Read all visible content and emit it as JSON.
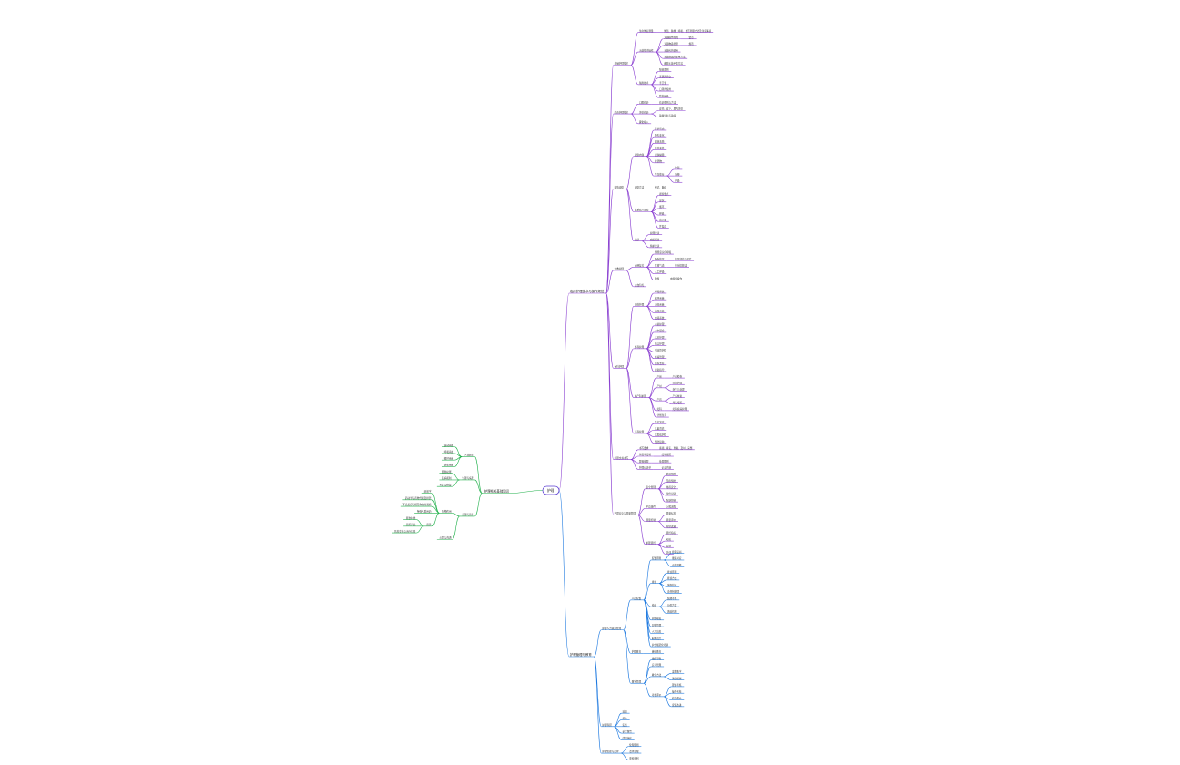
{
  "root": {
    "label": "护理"
  },
  "colors": {
    "purple": "#8a3fd1",
    "green": "#22b14c",
    "blue": "#1f7ae0",
    "root_stroke": "#5b3fd1"
  },
  "branches": [
    {
      "id": "A",
      "label": "临床护理技术与操作规范",
      "color": "purple",
      "children": [
        {
          "label": "基础护理技术",
          "children": [
            {
              "label": "生命体征测量",
              "children": [
                {
                  "label": "体温、脉搏、呼吸、血压测量方法及注意事项"
                }
              ]
            },
            {
              "label": "无菌技术操作",
              "children": [
                {
                  "label": "无菌操作原则",
                  "children": [
                    {
                      "label": "要点"
                    }
                  ]
                },
                {
                  "label": "无菌物品管理",
                  "children": [
                    {
                      "label": "规范"
                    }
                  ]
                },
                {
                  "label": "无菌包的使用"
                },
                {
                  "label": "无菌容器的使用方法"
                },
                {
                  "label": "戴脱无菌手套方法"
                }
              ]
            },
            {
              "label": "隔离技术",
              "children": [
                {
                  "label": "隔离原则"
                },
                {
                  "label": "穿脱隔离衣"
                },
                {
                  "label": "手卫生"
                },
                {
                  "label": "口罩的使用"
                },
                {
                  "label": "防护用品"
                }
              ]
            }
          ]
        },
        {
          "label": "给药护理技术",
          "children": [
            {
              "label": "口服给药",
              "children": [
                {
                  "label": "给药原则与方法"
                }
              ]
            },
            {
              "label": "注射给药",
              "children": [
                {
                  "label": "皮内、皮下、肌内注射"
                },
                {
                  "label": "静脉注射与输液"
                }
              ]
            },
            {
              "label": "雾化吸入"
            }
          ]
        },
        {
          "label": "病情观察",
          "children": [
            {
              "label": "观察内容",
              "children": [
                {
                  "label": "意识状态"
                },
                {
                  "label": "瞳孔变化"
                },
                {
                  "label": "面容表情"
                },
                {
                  "label": "体位姿势"
                },
                {
                  "label": "皮肤黏膜"
                },
                {
                  "label": "排泄物"
                },
                {
                  "label": "生命体征",
                  "children": [
                    {
                      "label": "体温"
                    },
                    {
                      "label": "脉搏"
                    },
                    {
                      "label": "呼吸"
                    }
                  ]
                }
              ]
            },
            {
              "label": "观察方法",
              "children": [
                {
                  "label": "视诊、触诊"
                }
              ]
            },
            {
              "label": "危重病人观察",
              "children": [
                {
                  "label": "观察要点"
                },
                {
                  "label": "意识"
                },
                {
                  "label": "循环"
                },
                {
                  "label": "呼吸"
                },
                {
                  "label": "出入量"
                },
                {
                  "label": "并发症"
                }
              ]
            },
            {
              "label": "记录",
              "children": [
                {
                  "label": "护理记录"
                },
                {
                  "label": "交班报告"
                },
                {
                  "label": "特护记录"
                }
              ]
            }
          ]
        },
        {
          "label": "急救护理",
          "children": [
            {
              "label": "心肺复苏",
              "children": [
                {
                  "label": "判断意识与呼吸"
                },
                {
                  "label": "胸外按压",
                  "children": [
                    {
                      "label": "按压部位与深度"
                    }
                  ]
                },
                {
                  "label": "开放气道",
                  "children": [
                    {
                      "label": "仰头提颏法"
                    }
                  ]
                },
                {
                  "label": "人工呼吸"
                },
                {
                  "label": "除颤",
                  "children": [
                    {
                      "label": "电除颤操作"
                    }
                  ]
                }
              ]
            },
            {
              "label": "止血包扎"
            }
          ]
        },
        {
          "label": "专科护理",
          "children": [
            {
              "label": "内科护理",
              "children": [
                {
                  "label": "呼吸系统"
                },
                {
                  "label": "循环系统"
                },
                {
                  "label": "消化系统"
                },
                {
                  "label": "泌尿系统"
                },
                {
                  "label": "血液系统"
                }
              ]
            },
            {
              "label": "外科护理",
              "children": [
                {
                  "label": "术前护理"
                },
                {
                  "label": "术中配合"
                },
                {
                  "label": "术后护理"
                },
                {
                  "label": "伤口护理"
                },
                {
                  "label": "引流管护理"
                },
                {
                  "label": "疼痛管理"
                },
                {
                  "label": "营养支持"
                },
                {
                  "label": "康复指导"
                }
              ]
            },
            {
              "label": "妇产科护理",
              "children": [
                {
                  "label": "产前",
                  "children": [
                    {
                      "label": "产前检查"
                    }
                  ]
                },
                {
                  "label": "产时",
                  "children": [
                    {
                      "label": "分娩护理"
                    },
                    {
                      "label": "新生儿处理"
                    }
                  ]
                },
                {
                  "label": "产后",
                  "children": [
                    {
                      "label": "产后恢复"
                    },
                    {
                      "label": "母乳喂养"
                    }
                  ]
                },
                {
                  "label": "妇科",
                  "children": [
                    {
                      "label": "妇科疾病护理"
                    }
                  ]
                },
                {
                  "label": "计划生育"
                }
              ]
            },
            {
              "label": "儿科护理",
              "children": [
                {
                  "label": "生长发育"
                },
                {
                  "label": "儿童营养"
                },
                {
                  "label": "常见病护理"
                },
                {
                  "label": "预防接种"
                }
              ]
            }
          ]
        },
        {
          "label": "护理文书书写",
          "children": [
            {
              "label": "书写要求",
              "children": [
                {
                  "label": "客观、真实、准确、及时、完整"
                }
              ]
            },
            {
              "label": "体温单绘制",
              "children": [
                {
                  "label": "绘制规范"
                }
              ]
            },
            {
              "label": "医嘱处理",
              "children": [
                {
                  "label": "处理原则"
                }
              ]
            },
            {
              "label": "护理记录单",
              "children": [
                {
                  "label": "记录内容"
                }
              ]
            }
          ]
        },
        {
          "label": "护理安全与质量管理",
          "children": [
            {
              "label": "安全管理",
              "children": [
                {
                  "label": "跌倒预防"
                },
                {
                  "label": "压疮预防"
                },
                {
                  "label": "用药安全"
                },
                {
                  "label": "身份识别"
                },
                {
                  "label": "院感控制"
                }
              ]
            },
            {
              "label": "不良事件",
              "children": [
                {
                  "label": "上报流程"
                }
              ]
            },
            {
              "label": "质量控制",
              "children": [
                {
                  "label": "质量标准"
                },
                {
                  "label": "质量评价"
                },
                {
                  "label": "持续改进"
                }
              ]
            },
            {
              "label": "护理质控",
              "children": [
                {
                  "label": "质控指标"
                },
                {
                  "label": "考核"
                },
                {
                  "label": "反馈"
                },
                {
                  "label": "培训"
                }
              ]
            }
          ]
        }
      ]
    },
    {
      "id": "B",
      "label": "护理管理与教育",
      "color": "blue",
      "children": [
        {
          "label": "护理人力资源管理",
          "children": [
            {
              "label": "人员配置",
              "children": [
                {
                  "label": "配置原则",
                  "children": [
                    {
                      "label": "按需设岗"
                    },
                    {
                      "label": "能级对应"
                    },
                    {
                      "label": "动态调整"
                    }
                  ]
                },
                {
                  "label": "排班",
                  "children": [
                    {
                      "label": "排班原则"
                    },
                    {
                      "label": "排班方式"
                    },
                    {
                      "label": "弹性排班"
                    },
                    {
                      "label": "责任制护理"
                    }
                  ]
                },
                {
                  "label": "绩效",
                  "children": [
                    {
                      "label": "绩效考核"
                    },
                    {
                      "label": "分配方案"
                    },
                    {
                      "label": "激励机制"
                    }
                  ]
                },
                {
                  "label": "岗位职责"
                },
                {
                  "label": "层级管理"
                },
                {
                  "label": "人才培养"
                },
                {
                  "label": "职称晋升"
                },
                {
                  "label": "护士规范化培训"
                }
              ]
            },
            {
              "label": "护理教育",
              "children": [
                {
                  "label": "继续教育"
                }
              ]
            },
            {
              "label": "教学管理",
              "children": [
                {
                  "label": "临床带教"
                },
                {
                  "label": "实习管理"
                },
                {
                  "label": "教学方法",
                  "children": [
                    {
                      "label": "案例教学"
                    },
                    {
                      "label": "情景模拟"
                    }
                  ]
                },
                {
                  "label": "考核评价",
                  "children": [
                    {
                      "label": "理论考核"
                    },
                    {
                      "label": "操作考核"
                    },
                    {
                      "label": "综合评价"
                    },
                    {
                      "label": "反馈改进"
                    }
                  ]
                }
              ]
            }
          ]
        },
        {
          "label": "护理科研",
          "children": [
            {
              "label": "选题"
            },
            {
              "label": "设计"
            },
            {
              "label": "实施"
            },
            {
              "label": "论文撰写"
            },
            {
              "label": "成果转化"
            }
          ]
        },
        {
          "label": "护理伦理与法律",
          "children": [
            {
              "label": "伦理原则"
            },
            {
              "label": "法律法规"
            },
            {
              "label": "患者权利"
            }
          ]
        }
      ]
    },
    {
      "id": "C",
      "label": "护理相关基础知识",
      "color": "green",
      "children": [
        {
          "label": "人体解剖",
          "children": [
            {
              "label": "运动系统"
            },
            {
              "label": "呼吸系统"
            },
            {
              "label": "循环系统"
            },
            {
              "label": "消化系统"
            }
          ]
        },
        {
          "label": "生理与病理",
          "children": [
            {
              "label": "细胞功能"
            },
            {
              "label": "疾病机制"
            },
            {
              "label": "炎症与修复"
            }
          ]
        },
        {
          "label": "药理与营养",
          "children": [
            {
              "label": "药物作用",
              "children": [
                {
                  "label": "药效学"
                },
                {
                  "label": "药动学与药物代谢及排泄"
                },
                {
                  "label": "不良反应与相互作用的观察"
                },
                {
                  "label": "特殊人群用药"
                },
                {
                  "label": "营养",
                  "children": [
                    {
                      "label": "膳食种类"
                    },
                    {
                      "label": "营养评估"
                    },
                    {
                      "label": "营养支持与治疗饮食"
                    }
                  ]
                }
              ]
            },
            {
              "label": "心理与沟通"
            }
          ]
        }
      ]
    }
  ]
}
